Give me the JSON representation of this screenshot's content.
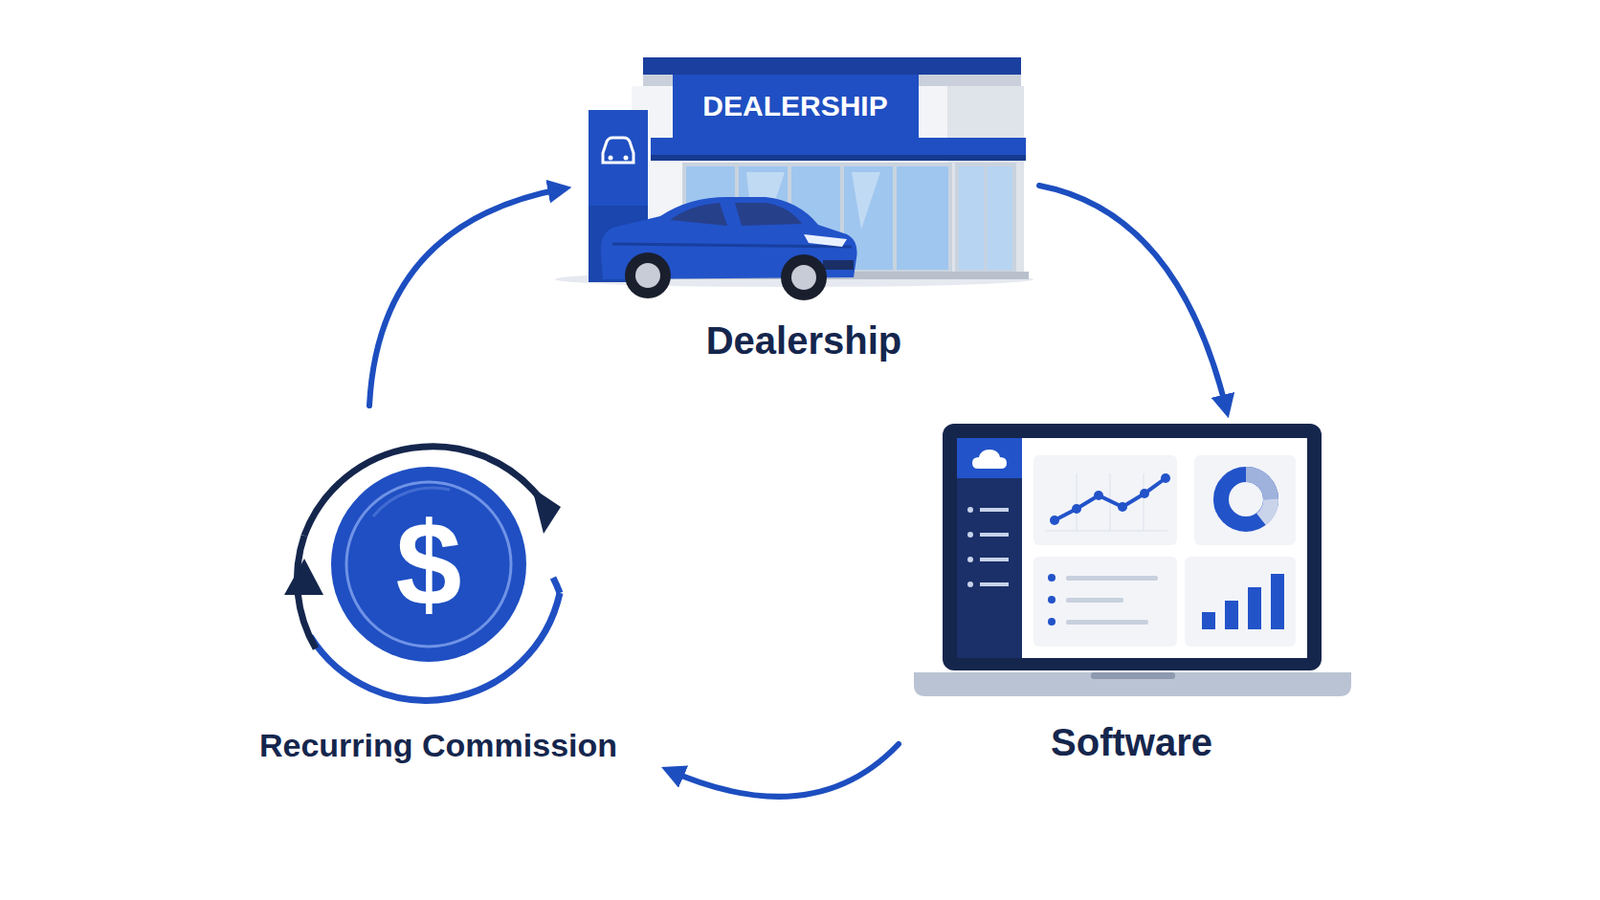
{
  "diagram": {
    "nodes": [
      {
        "text": [
          "Dealership"
        ]
      },
      {
        "text": [
          "Software"
        ]
      },
      {
        "text": [
          "Recurring Commission"
        ]
      }
    ],
    "edges": [
      {
        "from": 0,
        "to": 1,
        "arrow": "to"
      },
      {
        "from": 1,
        "to": 2,
        "arrow": "to"
      },
      {
        "from": 2,
        "to": 0,
        "arrow": "to"
      }
    ],
    "labels": [
      "DEALERSHIP",
      "$"
    ]
  }
}
